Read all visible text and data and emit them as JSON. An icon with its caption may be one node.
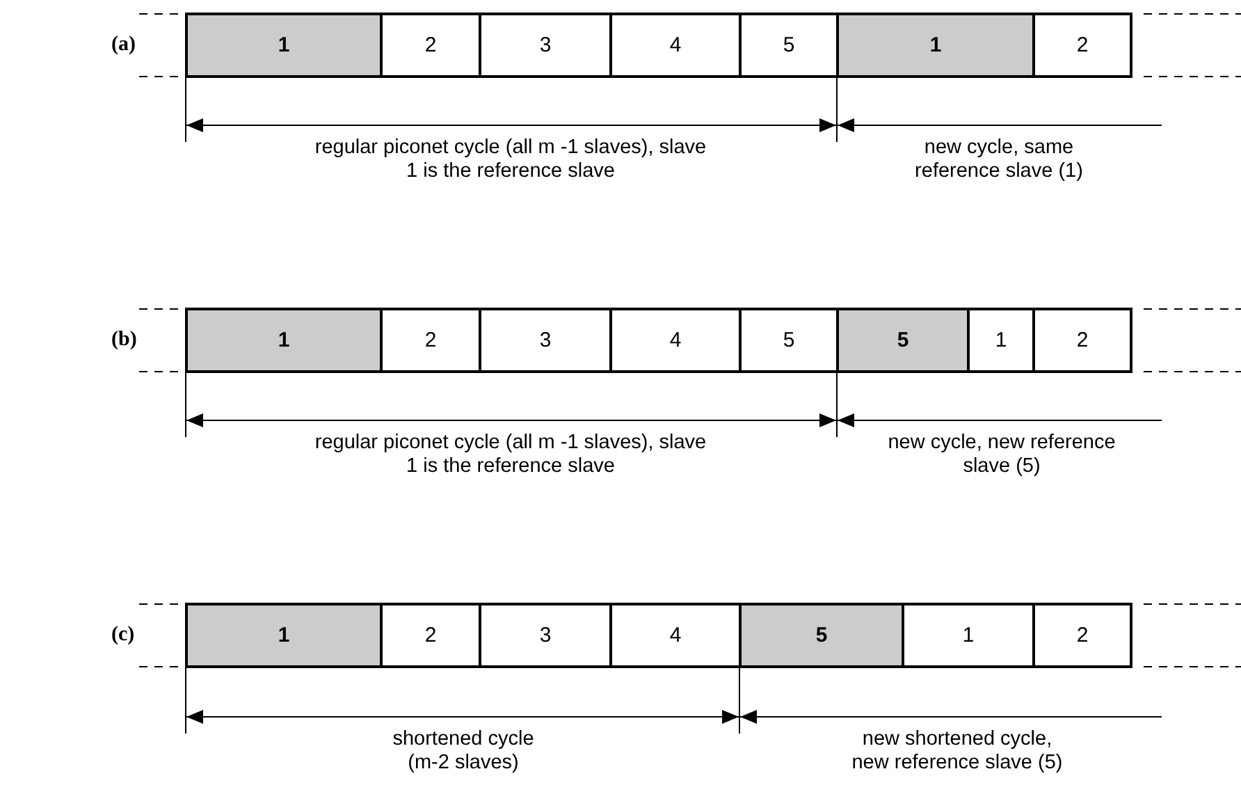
{
  "diagram": {
    "nodes": [
      {
        "text": [
          "1"
        ]
      },
      {
        "text": [
          "2"
        ]
      },
      {
        "text": [
          "3"
        ]
      },
      {
        "text": [
          "4"
        ]
      },
      {
        "text": [
          "5"
        ]
      },
      {
        "text": [
          "1"
        ]
      },
      {
        "text": [
          "2"
        ]
      },
      {
        "text": [
          "1"
        ]
      },
      {
        "text": [
          "2"
        ]
      },
      {
        "text": [
          "3"
        ]
      },
      {
        "text": [
          "4"
        ]
      },
      {
        "text": [
          "5"
        ]
      },
      {
        "text": [
          "5"
        ]
      },
      {
        "text": [
          "1"
        ]
      },
      {
        "text": [
          "2"
        ]
      },
      {
        "text": [
          "1"
        ]
      },
      {
        "text": [
          "2"
        ]
      },
      {
        "text": [
          "3"
        ]
      },
      {
        "text": [
          "4"
        ]
      },
      {
        "text": [
          "5"
        ]
      },
      {
        "text": [
          "1"
        ]
      },
      {
        "text": [
          "2"
        ]
      }
    ],
    "labels": [
      "(a)",
      "regular piconet cycle (all m -1 slaves), slave 1 is the reference slave",
      "new cycle, same reference slave (1)",
      "(b)",
      "regular piconet cycle (all m -1 slaves), slave 1 is the reference slave",
      "new cycle, new reference slave (5)",
      "(c)",
      "shortened cycle (m-2 slaves)",
      "new shortened cycle, new reference slave (5)"
    ]
  }
}
